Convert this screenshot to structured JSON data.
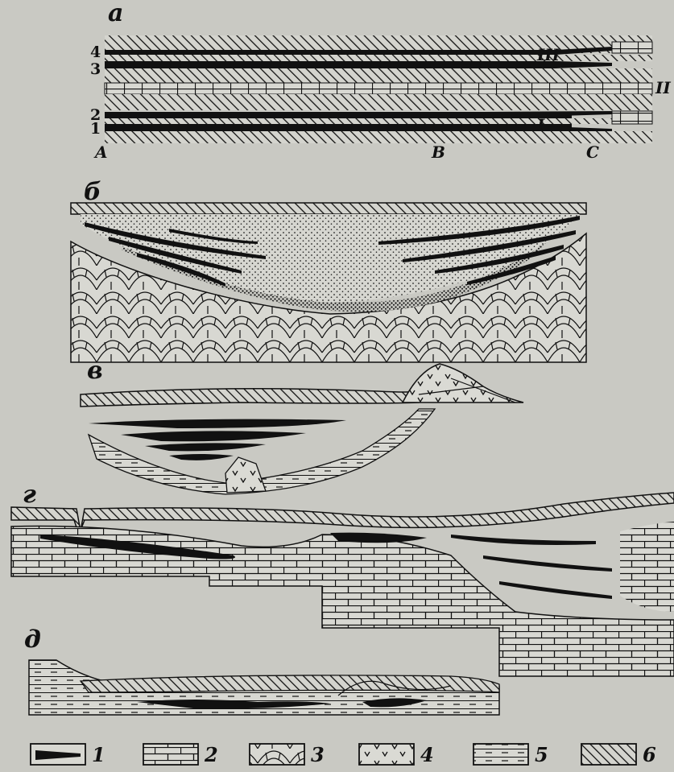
{
  "panels": {
    "a": {
      "letter": "а",
      "layer_numbers": [
        "4",
        "3",
        "2",
        "1"
      ],
      "roman_labels": [
        "III",
        "II",
        "I"
      ],
      "point_labels": [
        "A",
        "B",
        "C"
      ]
    },
    "b": {
      "letter": "б"
    },
    "v": {
      "letter": "в"
    },
    "g": {
      "letter": "г"
    },
    "d": {
      "letter": "д"
    }
  },
  "legend": [
    {
      "number": "1",
      "pattern": "coal-seam"
    },
    {
      "number": "2",
      "pattern": "limestone"
    },
    {
      "number": "3",
      "pattern": "folded-limestone"
    },
    {
      "number": "4",
      "pattern": "volcanics"
    },
    {
      "number": "5",
      "pattern": "shale-sandstone"
    },
    {
      "number": "6",
      "pattern": "cover-deposits"
    }
  ],
  "colors": {
    "paper": "#c9c9c3",
    "ink": "#111111"
  }
}
